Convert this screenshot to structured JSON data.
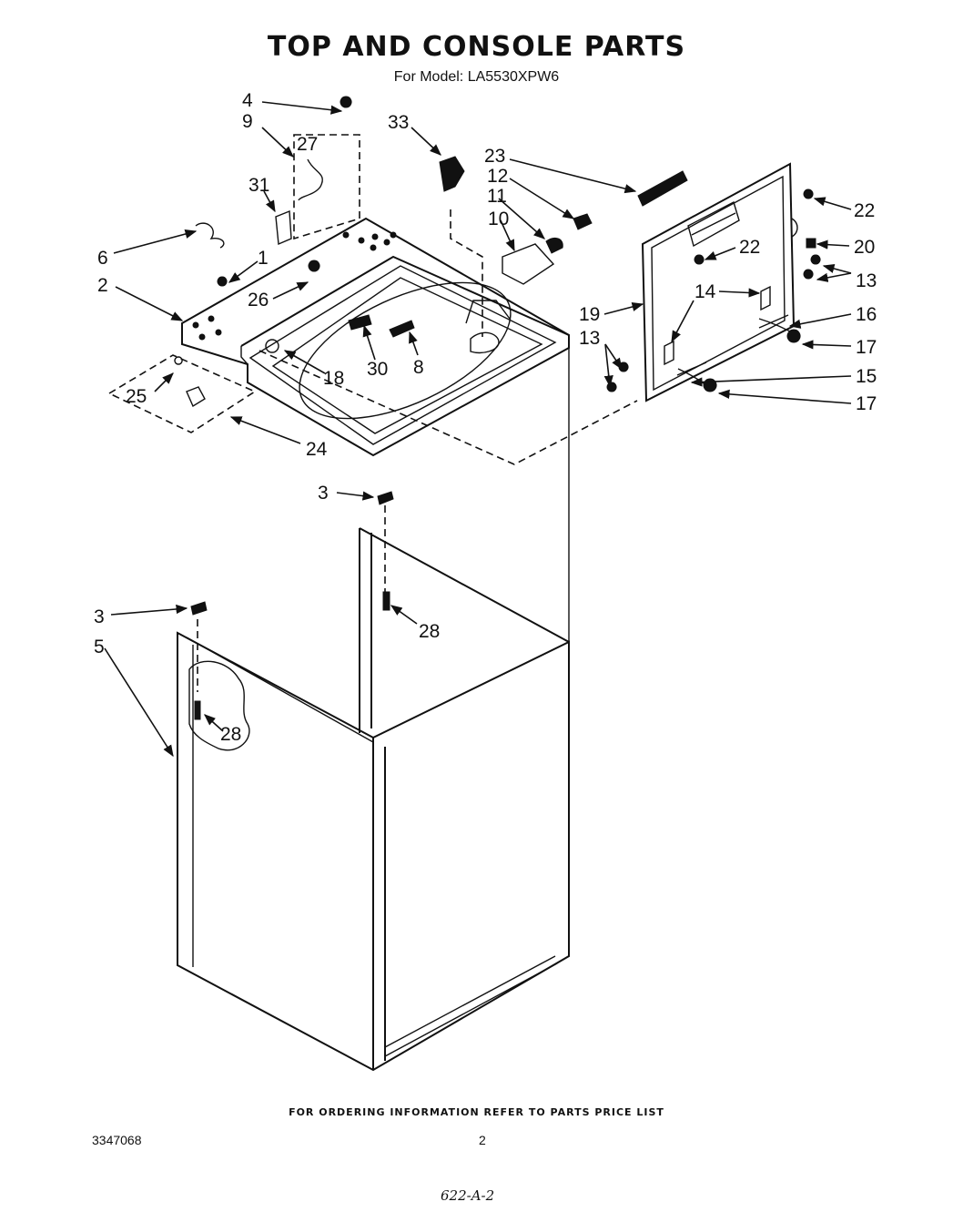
{
  "header": {
    "title": "TOP AND CONSOLE PARTS",
    "model": "For Model: LA5530XPW6"
  },
  "callouts": {
    "c1": "1",
    "c2": "2",
    "c3a": "3",
    "c3b": "3",
    "c4": "4",
    "c5": "5",
    "c6": "6",
    "c8": "8",
    "c9": "9",
    "c10": "10",
    "c11": "11",
    "c12": "12",
    "c13a": "13",
    "c13b": "13",
    "c14": "14",
    "c15": "15",
    "c16": "16",
    "c17a": "17",
    "c17b": "17",
    "c18": "18",
    "c19": "19",
    "c20": "20",
    "c22a": "22",
    "c22b": "22",
    "c23": "23",
    "c24": "24",
    "c25": "25",
    "c26": "26",
    "c27": "27",
    "c28a": "28",
    "c28b": "28",
    "c30": "30",
    "c31": "31",
    "c33": "33"
  },
  "footer": {
    "ordering_note": "FOR ORDERING INFORMATION REFER TO PARTS PRICE LIST",
    "doc_number": "3347068",
    "page_number": "2",
    "handwritten_code": "622-A-2"
  }
}
